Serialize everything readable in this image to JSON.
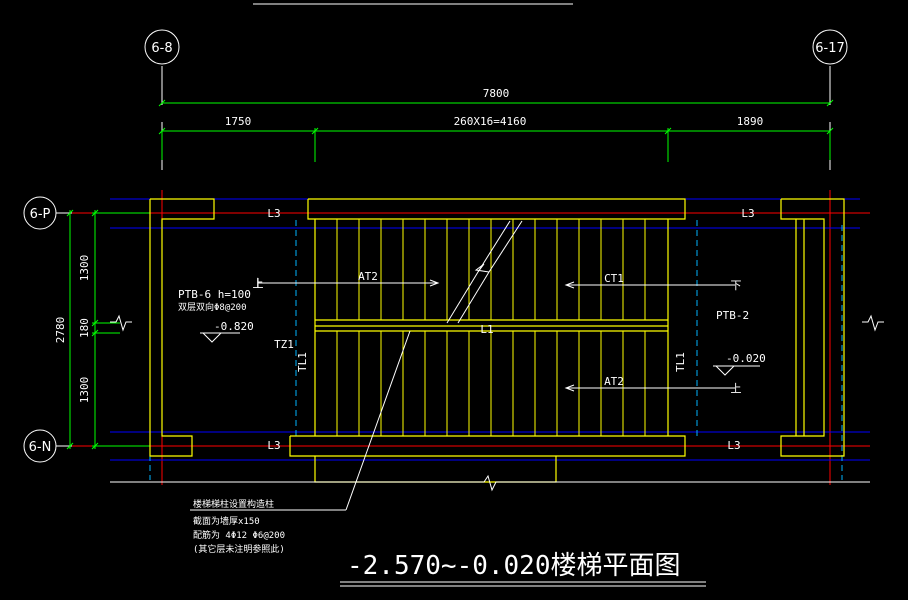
{
  "grid_axes": {
    "top_left": "6-8",
    "top_right": "6-17",
    "left_top": "6-P",
    "left_bottom": "6-N"
  },
  "dimensions": {
    "overall": "7800",
    "seg_left": "1750",
    "seg_mid": "260X16=4160",
    "seg_right": "1890",
    "v_total": "2780",
    "v_top": "1300",
    "v_mid": "180",
    "v_bottom": "1300"
  },
  "labels": {
    "beam_top_left": "L3",
    "beam_top_right": "L3",
    "beam_bottom_left": "L3",
    "beam_bottom_right": "L3",
    "beam_mid": "L1",
    "flight_upper": "AT2",
    "flight_lower": "AT2",
    "ct": "CT1",
    "tz": "TZ1",
    "tl_left": "TL1",
    "tl_right": "TL1",
    "up_left": "上",
    "down_right": "下",
    "up_right": "上",
    "slab_left": "PTB-6  h=100",
    "slab_left_rebar": "双层双向Φ8@200",
    "slab_left_elev": "-0.820",
    "slab_right": "PTB-2",
    "slab_right_elev": "-0.020"
  },
  "note_lines": [
    "楼梯梯柱设置构造柱",
    "截面为墙厚x150",
    "配筋为 4Φ12 Φ6@200",
    "(其它层未注明参照此)"
  ],
  "title": "-2.570~-0.020楼梯平面图",
  "colors": {
    "background": "#000000",
    "wall": "#ffff00",
    "axis": "#ff0000",
    "dimension": "#00ff00",
    "beam_outline": "#0000ff",
    "hidden": "#00b4ff",
    "text": "#ffffff"
  }
}
